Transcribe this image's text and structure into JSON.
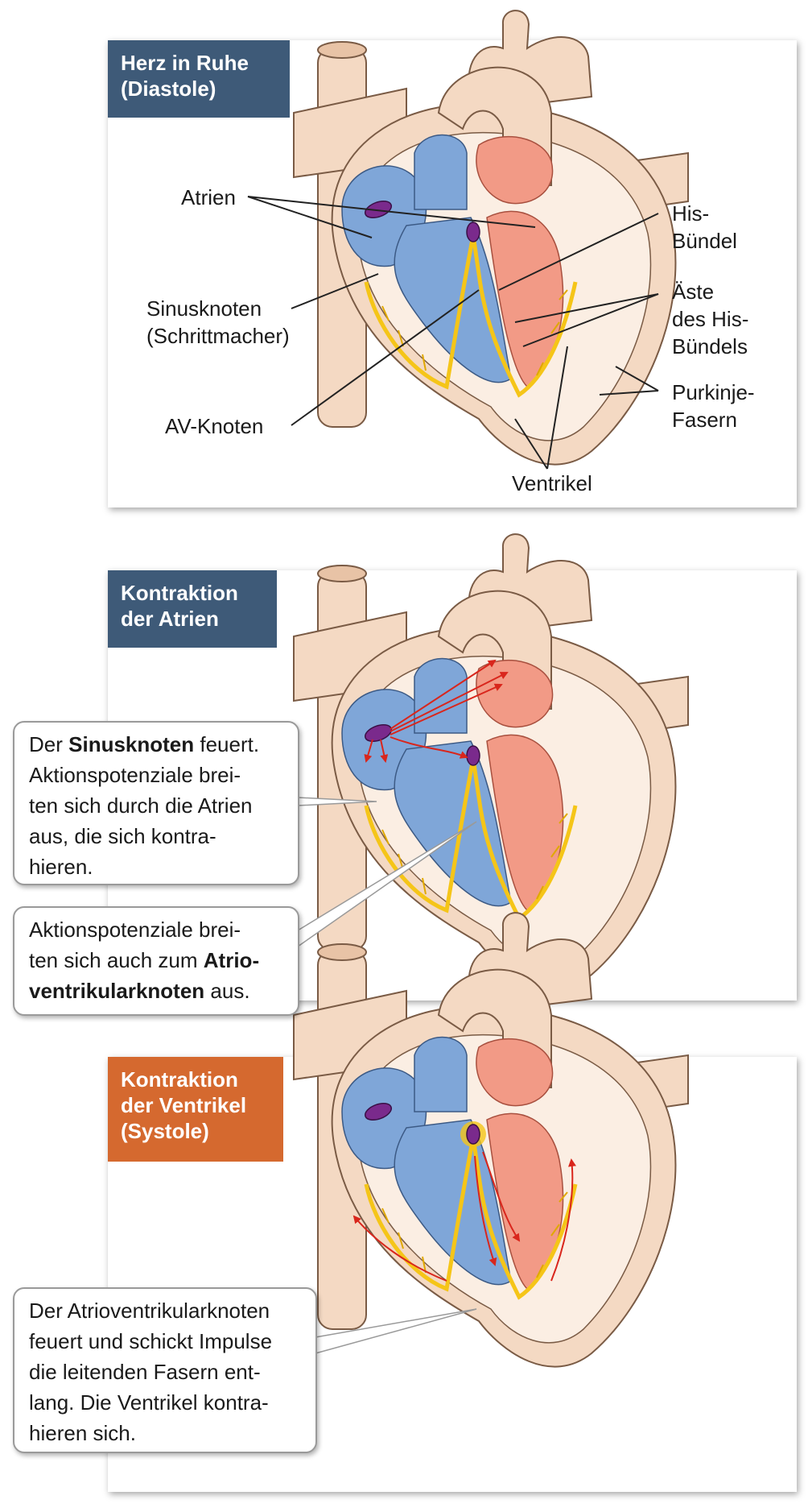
{
  "colors": {
    "badge_blue": "#3e5a78",
    "badge_orange": "#d5692f",
    "heart_tissue": "#f4d9c3",
    "right_chambers": "#7fa6d8",
    "left_chambers": "#f29a86",
    "nodes": "#7a2a8c",
    "conduction_fibers": "#f5c518",
    "impulse_arrows": "#d9261c"
  },
  "panel1": {
    "title_line1": "Herz in Ruhe",
    "title_line2": "(Diastole)",
    "labels": {
      "atrien": "Atrien",
      "sinusknoten_1": "Sinusknoten",
      "sinusknoten_2": "(Schrittmacher)",
      "av_knoten": "AV-Knoten",
      "his_1": "His-",
      "his_2": "Bündel",
      "aeste_1": "Äste",
      "aeste_2": "des His-",
      "aeste_3": "Bündels",
      "purkinje_1": "Purkinje-",
      "purkinje_2": "Fasern",
      "ventrikel": "Ventrikel"
    }
  },
  "panel2": {
    "title_line1": "Kontraktion",
    "title_line2": "der Atrien",
    "callout1": {
      "pre": "Der ",
      "bold": "Sinusknoten",
      "post": " feuert.",
      "line2": "Aktionspotenziale brei-",
      "line3": "ten sich durch die Atrien",
      "line4": "aus, die sich kontra-",
      "line5": "hieren."
    },
    "callout2": {
      "line1": "Aktionspotenziale brei-",
      "line2_pre": "ten sich auch zum ",
      "line2_bold": "Atrio-",
      "line3_bold": "ventrikularknoten",
      "line3_post": " aus."
    }
  },
  "panel3": {
    "title_line1": "Kontraktion",
    "title_line2": "der Ventrikel",
    "title_line3": "(Systole)",
    "callout": {
      "line1": "Der Atrioventrikularknoten",
      "line2": "feuert und schickt Impulse",
      "line3": "die leitenden Fasern ent-",
      "line4": "lang. Die Ventrikel kontra-",
      "line5": "hieren sich."
    }
  }
}
